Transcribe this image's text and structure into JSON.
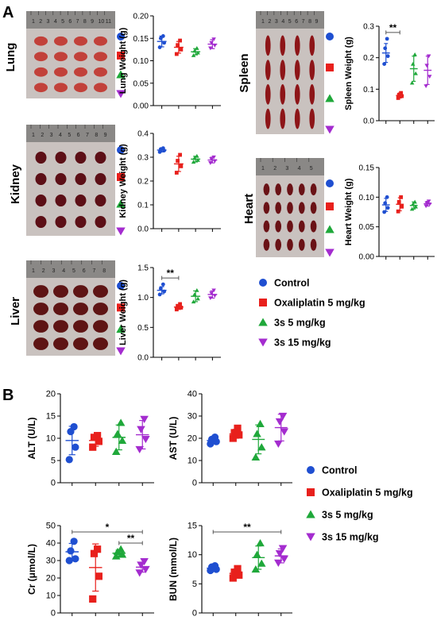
{
  "panel_labels": {
    "a": "A",
    "b": "B"
  },
  "colors": {
    "control": "#1f4fd1",
    "oxaliplatin": "#e8201c",
    "s3_5": "#1fa83a",
    "s3_15": "#a42ccf"
  },
  "legend": {
    "items": [
      {
        "key": "control",
        "label": "Control",
        "marker": "circle"
      },
      {
        "key": "oxaliplatin",
        "label": "Oxaliplatin 5 mg/kg",
        "marker": "square"
      },
      {
        "key": "s3_5",
        "label": "3s 5 mg/kg",
        "marker": "triangle-up"
      },
      {
        "key": "s3_15",
        "label": "3s 15 mg/kg",
        "marker": "triangle-down"
      }
    ]
  },
  "organ_photos": {
    "lung": {
      "title": "Lung",
      "ruler_numbers": [
        "1",
        "2",
        "3",
        "4",
        "5",
        "6",
        "7",
        "8",
        "9",
        "10",
        "11"
      ]
    },
    "kidney": {
      "title": "Kidney",
      "ruler_numbers": [
        "1",
        "2",
        "3",
        "4",
        "5",
        "6",
        "7",
        "8",
        "9"
      ]
    },
    "liver": {
      "title": "Liver",
      "ruler_numbers": [
        "1",
        "2",
        "3",
        "4",
        "5",
        "6",
        "7",
        "8"
      ]
    },
    "spleen": {
      "title": "Spleen",
      "ruler_numbers": [
        "1",
        "2",
        "3",
        "4",
        "5",
        "6",
        "7",
        "8",
        "9"
      ]
    },
    "heart": {
      "title": "Heart",
      "ruler_numbers": [
        "1",
        "2",
        "3",
        "4",
        "5"
      ]
    }
  },
  "chart_data": [
    {
      "id": "lung",
      "type": "scatter",
      "ylabel": "Lung Weight (g)",
      "ylim": [
        0,
        0.2
      ],
      "yticks": [
        "0.00",
        "0.05",
        "0.10",
        "0.15",
        "0.20"
      ],
      "groups": [
        {
          "key": "control",
          "mean": 0.143,
          "sd": 0.012,
          "points": [
            0.13,
            0.14,
            0.15,
            0.155
          ]
        },
        {
          "key": "oxaliplatin",
          "mean": 0.13,
          "sd": 0.013,
          "points": [
            0.115,
            0.125,
            0.135,
            0.145
          ]
        },
        {
          "key": "s3_5",
          "mean": 0.12,
          "sd": 0.007,
          "points": [
            0.112,
            0.118,
            0.122,
            0.128
          ]
        },
        {
          "key": "s3_15",
          "mean": 0.137,
          "sd": 0.01,
          "points": [
            0.128,
            0.134,
            0.14,
            0.148
          ]
        }
      ],
      "significance": []
    },
    {
      "id": "kidney",
      "type": "scatter",
      "ylabel": "Kidney Weight (g)",
      "ylim": [
        0,
        0.4
      ],
      "yticks": [
        "0.0",
        "0.1",
        "0.2",
        "0.3",
        "0.4"
      ],
      "groups": [
        {
          "key": "control",
          "mean": 0.33,
          "sd": 0.008,
          "points": [
            0.322,
            0.328,
            0.334,
            0.338
          ]
        },
        {
          "key": "oxaliplatin",
          "mean": 0.272,
          "sd": 0.032,
          "points": [
            0.235,
            0.262,
            0.285,
            0.31
          ]
        },
        {
          "key": "s3_5",
          "mean": 0.292,
          "sd": 0.012,
          "points": [
            0.28,
            0.288,
            0.296,
            0.305
          ]
        },
        {
          "key": "s3_15",
          "mean": 0.288,
          "sd": 0.012,
          "points": [
            0.276,
            0.284,
            0.292,
            0.3
          ]
        }
      ],
      "significance": []
    },
    {
      "id": "liver",
      "type": "scatter",
      "ylabel": "Liver Weight (g)",
      "ylim": [
        0,
        1.5
      ],
      "yticks": [
        "0.0",
        "0.5",
        "1.0",
        "1.5"
      ],
      "groups": [
        {
          "key": "control",
          "mean": 1.12,
          "sd": 0.06,
          "points": [
            1.05,
            1.1,
            1.15,
            1.22
          ]
        },
        {
          "key": "oxaliplatin",
          "mean": 0.84,
          "sd": 0.04,
          "points": [
            0.8,
            0.83,
            0.86,
            0.89
          ]
        },
        {
          "key": "s3_5",
          "mean": 1.02,
          "sd": 0.09,
          "points": [
            0.93,
            0.98,
            1.05,
            1.12
          ]
        },
        {
          "key": "s3_15",
          "mean": 1.05,
          "sd": 0.06,
          "points": [
            0.99,
            1.03,
            1.07,
            1.12
          ]
        }
      ],
      "significance": [
        {
          "from": 0,
          "to": 1,
          "label": "**"
        }
      ]
    },
    {
      "id": "spleen",
      "type": "scatter",
      "ylabel": "Spleen Weight (g)",
      "ylim": [
        0,
        0.3
      ],
      "yticks": [
        "0.0",
        "0.1",
        "0.2",
        "0.3"
      ],
      "groups": [
        {
          "key": "control",
          "mean": 0.215,
          "sd": 0.03,
          "points": [
            0.18,
            0.205,
            0.23,
            0.26
          ]
        },
        {
          "key": "oxaliplatin",
          "mean": 0.08,
          "sd": 0.008,
          "points": [
            0.072,
            0.078,
            0.082,
            0.088
          ]
        },
        {
          "key": "s3_5",
          "mean": 0.165,
          "sd": 0.04,
          "points": [
            0.12,
            0.15,
            0.18,
            0.21
          ]
        },
        {
          "key": "s3_15",
          "mean": 0.16,
          "sd": 0.045,
          "points": [
            0.11,
            0.14,
            0.175,
            0.205
          ]
        }
      ],
      "significance": [
        {
          "from": 0,
          "to": 1,
          "label": "**"
        }
      ]
    },
    {
      "id": "heart",
      "type": "scatter",
      "ylabel": "Heart Weight (g)",
      "ylim": [
        0,
        0.15
      ],
      "yticks": [
        "0.00",
        "0.05",
        "0.10",
        "0.15"
      ],
      "groups": [
        {
          "key": "control",
          "mean": 0.087,
          "sd": 0.011,
          "points": [
            0.075,
            0.082,
            0.09,
            0.1
          ]
        },
        {
          "key": "oxaliplatin",
          "mean": 0.088,
          "sd": 0.011,
          "points": [
            0.076,
            0.084,
            0.092,
            0.1
          ]
        },
        {
          "key": "s3_5",
          "mean": 0.086,
          "sd": 0.006,
          "points": [
            0.08,
            0.084,
            0.088,
            0.092
          ]
        },
        {
          "key": "s3_15",
          "mean": 0.089,
          "sd": 0.004,
          "points": [
            0.085,
            0.088,
            0.09,
            0.093
          ]
        }
      ],
      "significance": []
    },
    {
      "id": "alt",
      "type": "scatter",
      "ylabel": "ALT (U/L)",
      "ylim": [
        0,
        20
      ],
      "yticks": [
        "0",
        "5",
        "10",
        "15",
        "20"
      ],
      "groups": [
        {
          "key": "control",
          "mean": 9.5,
          "sd": 3.2,
          "points": [
            5.2,
            8.0,
            11.5,
            12.6
          ]
        },
        {
          "key": "oxaliplatin",
          "mean": 9.5,
          "sd": 1.3,
          "points": [
            8.0,
            9.3,
            10.2,
            10.6
          ]
        },
        {
          "key": "s3_5",
          "mean": 10.2,
          "sd": 2.8,
          "points": [
            7.0,
            9.5,
            11.0,
            13.5
          ]
        },
        {
          "key": "s3_15",
          "mean": 10.8,
          "sd": 3.2,
          "points": [
            7.5,
            9.8,
            12.0,
            14.3
          ]
        }
      ],
      "significance": []
    },
    {
      "id": "ast",
      "type": "scatter",
      "ylabel": "AST (U/L)",
      "ylim": [
        0,
        40
      ],
      "yticks": [
        "0",
        "10",
        "20",
        "30",
        "40"
      ],
      "groups": [
        {
          "key": "control",
          "mean": 19.0,
          "sd": 1.4,
          "points": [
            17.5,
            18.5,
            19.5,
            20.5
          ]
        },
        {
          "key": "oxaliplatin",
          "mean": 22.0,
          "sd": 2.0,
          "points": [
            20.0,
            21.5,
            22.5,
            24.5
          ]
        },
        {
          "key": "s3_5",
          "mean": 19.5,
          "sd": 6.5,
          "points": [
            11.5,
            16.0,
            22.0,
            26.5
          ]
        },
        {
          "key": "s3_15",
          "mean": 24.8,
          "sd": 6.0,
          "points": [
            17.5,
            23.0,
            27.5,
            30.0
          ]
        }
      ],
      "significance": []
    },
    {
      "id": "cr",
      "type": "scatter",
      "ylabel": "Cr (μmol/L)",
      "ylim": [
        0,
        50
      ],
      "yticks": [
        "0",
        "10",
        "20",
        "30",
        "40",
        "50"
      ],
      "groups": [
        {
          "key": "control",
          "mean": 35.0,
          "sd": 4.8,
          "points": [
            30.0,
            31.0,
            35.5,
            41.0
          ]
        },
        {
          "key": "oxaliplatin",
          "mean": 26.0,
          "sd": 13.5,
          "points": [
            8.0,
            21.0,
            34.0,
            36.5
          ]
        },
        {
          "key": "s3_5",
          "mean": 34.2,
          "sd": 1.8,
          "points": [
            32.5,
            33.5,
            35.0,
            36.5
          ]
        },
        {
          "key": "s3_15",
          "mean": 26.2,
          "sd": 2.8,
          "points": [
            23.0,
            25.0,
            27.5,
            29.5
          ]
        }
      ],
      "significance": [
        {
          "from": 0,
          "to": 3,
          "label": "*"
        },
        {
          "from": 2,
          "to": 3,
          "label": "**"
        }
      ]
    },
    {
      "id": "bun",
      "type": "scatter",
      "ylabel": "BUN (mmol/L)",
      "ylim": [
        0,
        15
      ],
      "yticks": [
        "0",
        "5",
        "10",
        "15"
      ],
      "groups": [
        {
          "key": "control",
          "mean": 7.7,
          "sd": 0.4,
          "points": [
            7.3,
            7.5,
            7.9,
            8.1
          ]
        },
        {
          "key": "oxaliplatin",
          "mean": 6.8,
          "sd": 0.7,
          "points": [
            6.0,
            6.5,
            7.0,
            7.6
          ]
        },
        {
          "key": "s3_5",
          "mean": 9.5,
          "sd": 2.0,
          "points": [
            7.5,
            8.5,
            10.0,
            12.0
          ]
        },
        {
          "key": "s3_15",
          "mean": 9.8,
          "sd": 1.2,
          "points": [
            8.6,
            9.3,
            10.2,
            11.1
          ]
        }
      ],
      "significance": [
        {
          "from": 0,
          "to": 3,
          "label": "**"
        }
      ]
    }
  ]
}
